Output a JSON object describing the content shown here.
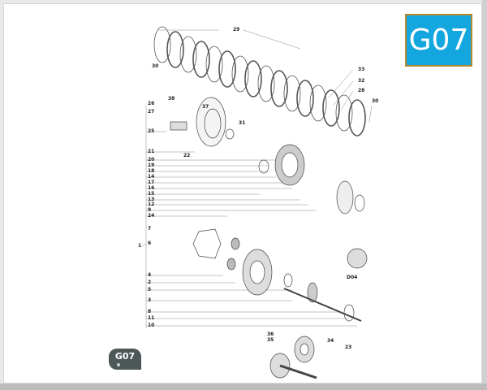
{
  "page_code": "G07",
  "tab_badge": "G07",
  "colors": {
    "badge_bg": "#14a6df",
    "badge_border": "#b5892e",
    "tab_bg": "#4c5757"
  },
  "reference_labels": [
    "26",
    "27",
    "25",
    "21",
    "20",
    "19",
    "18",
    "14",
    "17",
    "16",
    "15",
    "13",
    "12",
    "9",
    "24",
    "7",
    "6",
    "1",
    "4",
    "2",
    "5",
    "3",
    "8",
    "11",
    "10",
    "38",
    "37",
    "22",
    "29",
    "30",
    "31",
    "33",
    "32",
    "28",
    "30",
    "D04",
    "36",
    "35",
    "34",
    "23"
  ]
}
